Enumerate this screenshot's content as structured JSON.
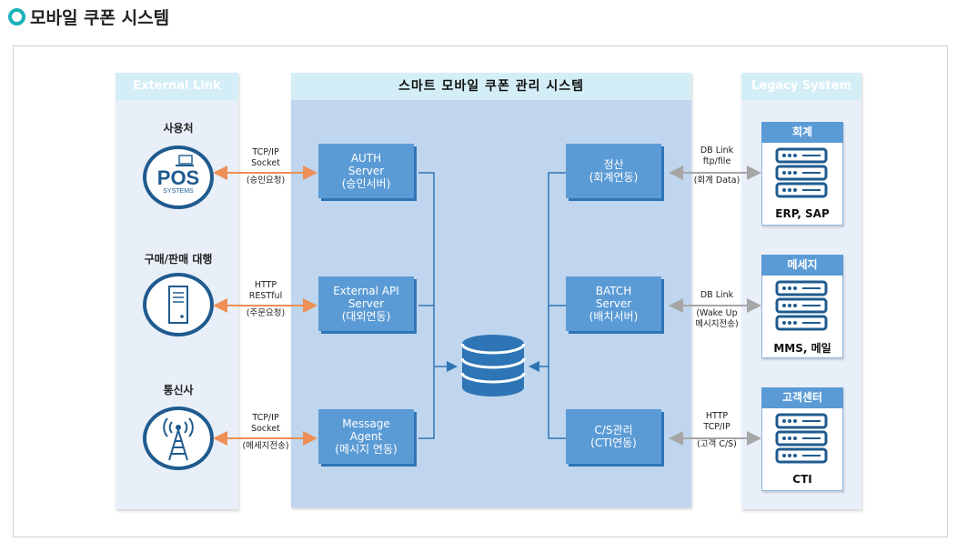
{
  "header": {
    "title": "모바일 쿠폰 시스템",
    "accent": "#18b2b8"
  },
  "colors": {
    "panel_light": "#e9eff8",
    "panel_mid": "#bfd6ee",
    "header_light": "#d4eef7",
    "box": "#5b9bd5",
    "box_shadow": "#2e75b6",
    "arrow_orange": "#ed8f56",
    "arrow_gray": "#a6a6a6",
    "line_blue": "#2e75b6",
    "icon_navy": "#1f5b8f"
  },
  "external": {
    "header": "External Link",
    "items": [
      {
        "title": "사용처",
        "icon": "pos-icon",
        "pos_big": "POS",
        "pos_small": "SYSTEMS"
      },
      {
        "title": "구매/판매 대행",
        "icon": "server-tower-icon"
      },
      {
        "title": "통신사",
        "icon": "radio-tower-icon"
      }
    ]
  },
  "links_left": [
    {
      "line1": "TCP/IP",
      "line2": "Socket",
      "sub": "(승인요청)"
    },
    {
      "line1": "HTTP",
      "line2": "RESTful",
      "sub": "(주문요청)"
    },
    {
      "line1": "TCP/IP",
      "line2": "Socket",
      "sub": "(메세지전송)"
    }
  ],
  "center": {
    "header": "스마트 모바일 쿠폰 관리 시스템",
    "left_boxes": [
      {
        "l1": "AUTH",
        "l2": "Server",
        "l3": "(승인서버)"
      },
      {
        "l1": "External API",
        "l2": "Server",
        "l3": "(대외연동)"
      },
      {
        "l1": "Message",
        "l2": "Agent",
        "l3": "(메시지 연동)"
      }
    ],
    "right_boxes": [
      {
        "l1": "정산",
        "l2": "(회계연동)"
      },
      {
        "l1": "BATCH",
        "l2": "Server",
        "l3": "(배치서버)"
      },
      {
        "l1": "C/S관리",
        "l2": "(CTI연동)"
      }
    ],
    "db_icon": "database-icon"
  },
  "links_right": [
    {
      "line1": "DB Link",
      "line2": "ftp/file",
      "sub": "(회계 Data)"
    },
    {
      "line1": "DB Link",
      "sub1": "(Wake Up",
      "sub2": "메시지전송)"
    },
    {
      "line1": "HTTP",
      "line2": "TCP/IP",
      "sub": "(고객 C/S)"
    }
  ],
  "legacy": {
    "header": "Legacy System",
    "items": [
      {
        "title": "회계",
        "label": "ERP, SAP",
        "icon": "server-rack-icon"
      },
      {
        "title": "메세지",
        "label": "MMS, 메일",
        "icon": "server-rack-icon"
      },
      {
        "title": "고객센터",
        "label": "CTI",
        "icon": "server-rack-icon"
      }
    ]
  }
}
